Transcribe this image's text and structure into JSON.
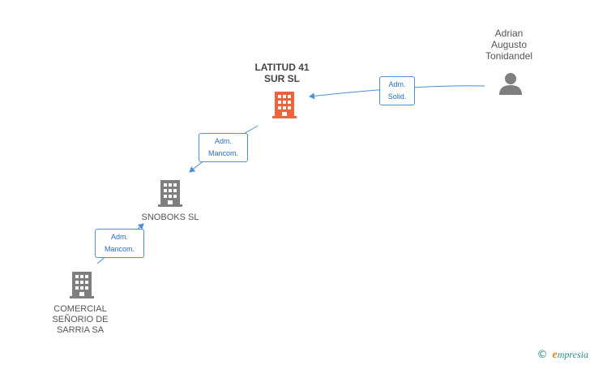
{
  "nodes": {
    "latitud": {
      "label_line1": "LATITUD 41",
      "label_line2": "SUR SL",
      "color": "#f0623a",
      "icon": "building-icon"
    },
    "adrian": {
      "label_line1": "Adrian",
      "label_line2": "Augusto",
      "label_line3": "Tonidandel",
      "color": "#7f7f7f",
      "icon": "person-icon"
    },
    "snoboks": {
      "label": "SNOBOKS SL",
      "color": "#7f7f7f",
      "icon": "building-icon"
    },
    "comercial": {
      "label_line1": "COMERCIAL",
      "label_line2": "SEÑORIO DE",
      "label_line3": "SARRIA SA",
      "color": "#7f7f7f",
      "icon": "building-icon"
    }
  },
  "relations": {
    "adrian_latitud": {
      "line1": "Adm.",
      "line2": "Solid."
    },
    "latitud_snoboks": {
      "line1": "Adm.",
      "line2": "Mancom."
    },
    "snoboks_comercial": {
      "line1": "Adm.",
      "line2": "Mancom."
    }
  },
  "footer": {
    "copyright": "©",
    "brand_initial": "e",
    "brand_rest": "mpresia"
  },
  "colors": {
    "edge": "#4a90d9",
    "accent": "#f0623a"
  }
}
